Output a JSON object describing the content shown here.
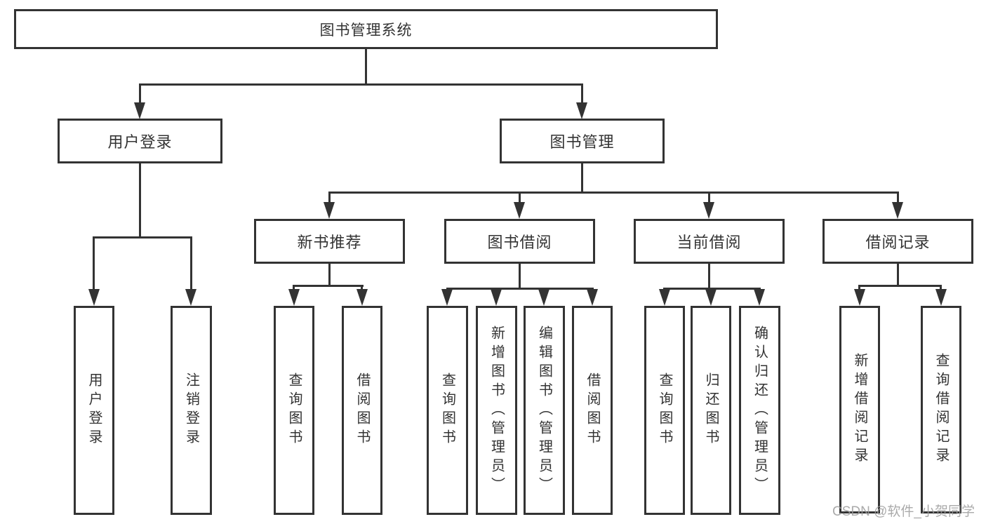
{
  "diagram": {
    "title": "图书管理系统",
    "level2": {
      "user_login": "用户登录",
      "book_management": "图书管理"
    },
    "level3": {
      "new_book_recommend": "新书推荐",
      "book_borrowing": "图书借阅",
      "current_borrowing": "当前借阅",
      "borrowing_records": "借阅记录"
    },
    "leaves": {
      "user_login_leaf": "用户登录",
      "logout": "注销登录",
      "query_book_a": "查询图书",
      "borrow_book_a": "借阅图书",
      "query_book_b": "查询图书",
      "add_book_admin": "新增图书（管理员）",
      "edit_book_admin": "编辑图书（管理员）",
      "borrow_book_b": "借阅图书",
      "query_book_c": "查询图书",
      "return_book": "归还图书",
      "confirm_return_admin": "确认归还（管理员）",
      "add_borrow_record": "新增借阅记录",
      "query_borrow_record": "查询借阅记录"
    }
  },
  "watermark": "CSDN @软件_小贺同学",
  "colors": {
    "line": "#333333",
    "text": "#333333",
    "background": "#ffffff",
    "watermark": "#9c9c9c"
  }
}
